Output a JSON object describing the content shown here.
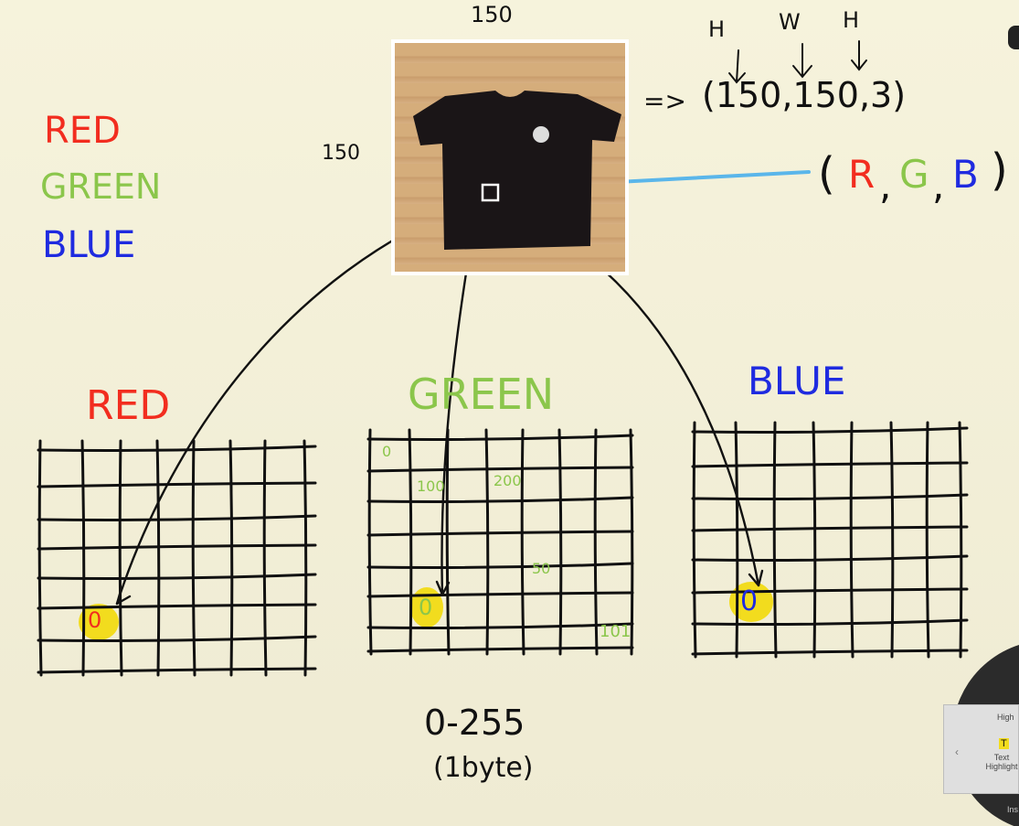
{
  "annotations": {
    "width_label": "150",
    "height_label": "150",
    "shape_axes": [
      "H",
      "W",
      "H"
    ],
    "shape_arrow": "=>",
    "shape_value": "(150,150,3)"
  },
  "legend": {
    "red": "RED",
    "green": "GREEN",
    "blue": "BLUE"
  },
  "pixel_tuple": {
    "open": "(",
    "r": "R",
    "comma1": ",",
    "g": "G",
    "comma2": ",",
    "b": "B",
    "close": ")"
  },
  "channels": {
    "red": {
      "title": "RED",
      "cell_value": "0"
    },
    "green": {
      "title": "GREEN",
      "cell_value": "0",
      "values": [
        "0",
        "100",
        "200",
        "50",
        "101"
      ]
    },
    "blue": {
      "title": "BLUE",
      "cell_value": "0"
    }
  },
  "range": {
    "value": "0-255",
    "note": "(1byte)"
  },
  "widget": {
    "labels": [
      "High",
      "Text Highlight",
      "Ins"
    ],
    "icon": "T"
  },
  "colors": {
    "red": "#f22d1f",
    "green": "#8bc64b",
    "blue": "#1f2be0",
    "highlight": "#f2dc1e",
    "arrow": "#5ab6ea"
  }
}
